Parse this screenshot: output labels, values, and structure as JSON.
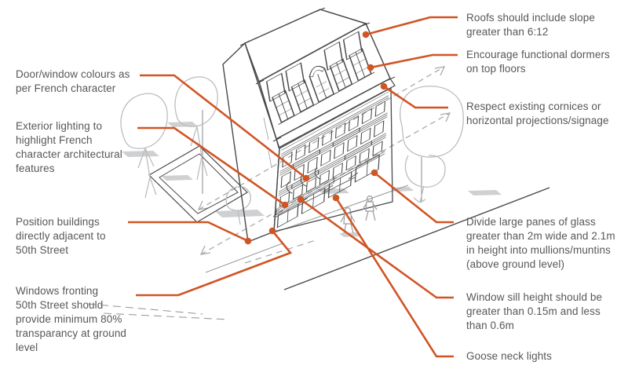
{
  "diagram": {
    "kind": "annotated architectural axonometric sketch",
    "subject_labels_total": 10
  },
  "annotations": [
    {
      "id": "door-window-colours",
      "side": "left",
      "text": "Door/window colours as\nper French character"
    },
    {
      "id": "exterior-lighting",
      "side": "left",
      "text": "Exterior lighting to\nhighlight French\ncharacter architectural\nfeatures"
    },
    {
      "id": "position-buildings",
      "side": "left",
      "text": "Position buildings\ndirectly adjacent to\n50th Street"
    },
    {
      "id": "windows-fronting",
      "side": "left",
      "text": "Windows fronting\n50th Street should\nprovide minimum 80%\ntransparancy at ground\nlevel"
    },
    {
      "id": "roof-slope",
      "side": "right",
      "text": "Roofs should include slope\ngreater than 6:12"
    },
    {
      "id": "functional-dormers",
      "side": "right",
      "text": "Encourage functional dormers\non top floors"
    },
    {
      "id": "cornices",
      "side": "right",
      "text": "Respect existing cornices or\nhorizontal projections/signage"
    },
    {
      "id": "divide-panes",
      "side": "right",
      "text": "Divide large panes of glass\ngreater than 2m wide and 2.1m\nin height into mullions/muntins\n(above ground level)"
    },
    {
      "id": "window-sill",
      "side": "right",
      "text": "Window sill height should be\ngreater than 0.15m and less\nthan 0.6m"
    },
    {
      "id": "goose-neck",
      "side": "right",
      "text": "Goose neck lights"
    }
  ],
  "colors": {
    "accent_orange": "#d05524",
    "roof_top": "#fbe7d8",
    "mansard": "#f8d5bc",
    "awning": "#f1a87b",
    "cornice_band": "#fdf0e5",
    "sketch_dark": "#4a4a4c",
    "sketch_light": "#9b9c9e",
    "tree_outline": "#bcbdbf",
    "shadow_grey": "#c7c8ca",
    "label_text": "#56575a",
    "background": "#ffffff"
  },
  "glyphs": {
    "callout_dot": "filled-circle",
    "street_axis": "dashed-double-headed-arrow"
  }
}
